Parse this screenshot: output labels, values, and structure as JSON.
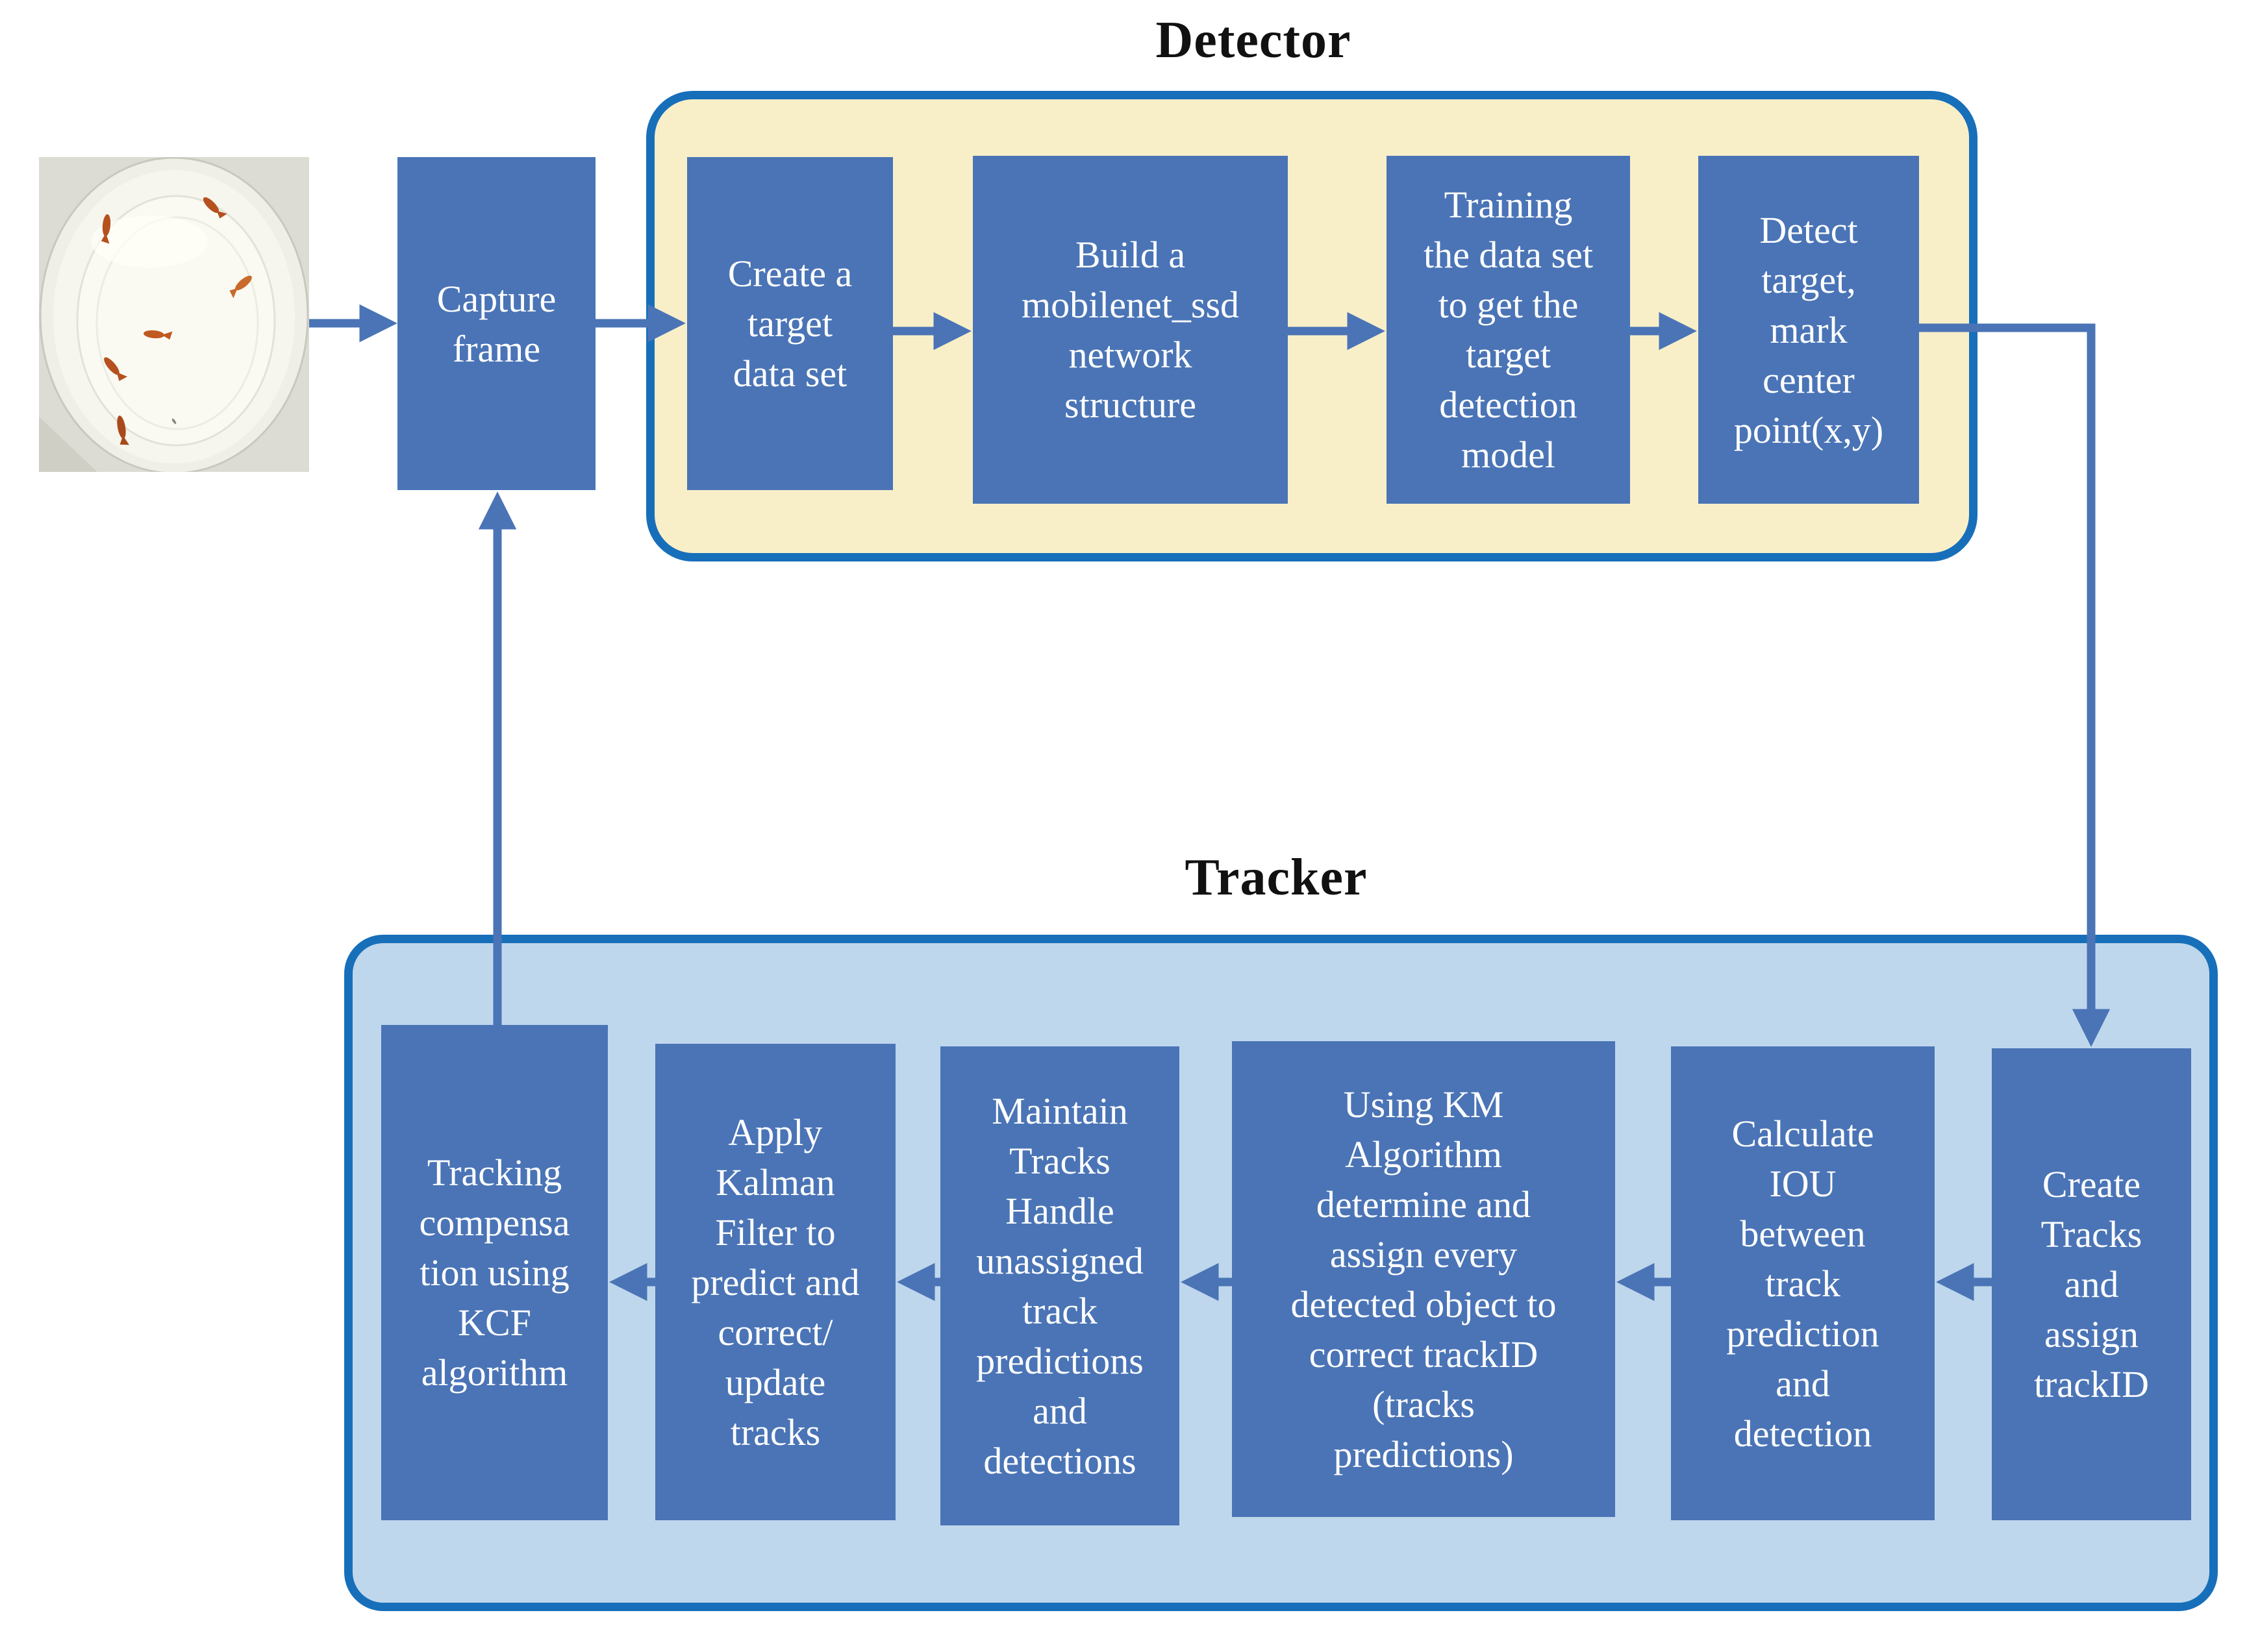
{
  "titles": {
    "detector": "Detector",
    "tracker": "Tracker"
  },
  "capture": {
    "label": "Capture\nframe"
  },
  "detector_steps": [
    {
      "label": "Create a\ntarget\ndata set"
    },
    {
      "label": "Build a\nmobilenet_ssd\nnetwork\nstructure"
    },
    {
      "label": "Training\nthe data set\nto get the\ntarget\ndetection\nmodel"
    },
    {
      "label": "Detect\ntarget,\nmark\ncenter\npoint(x,y)"
    }
  ],
  "tracker_steps": [
    {
      "label": "Tracking\ncompensa\ntion using\nKCF\nalgorithm"
    },
    {
      "label": "Apply\nKalman\nFilter to\npredict and\ncorrect/\nupdate\ntracks"
    },
    {
      "label": "Maintain\nTracks\nHandle\nunassigned\ntrack\npredictions\nand\ndetections"
    },
    {
      "label": "Using KM\nAlgorithm\ndetermine and\nassign every\ndetected object to\ncorrect trackID\n(tracks\npredictions)"
    },
    {
      "label": "Calculate\nIOU\nbetween\ntrack\nprediction\nand\ndetection"
    },
    {
      "label": "Create\nTracks\nand\nassign\ntrackID"
    }
  ],
  "photo": {
    "name": "fish-bowl-photo"
  },
  "colors": {
    "node_blue": "#4A74B6",
    "detector_fill": "#F8EFC9",
    "tracker_fill": "#BFD7EC",
    "panel_border": "#176FBA",
    "connector": "#4A74B6",
    "title_color": "#111111",
    "fish_orange": "#C05A20"
  }
}
